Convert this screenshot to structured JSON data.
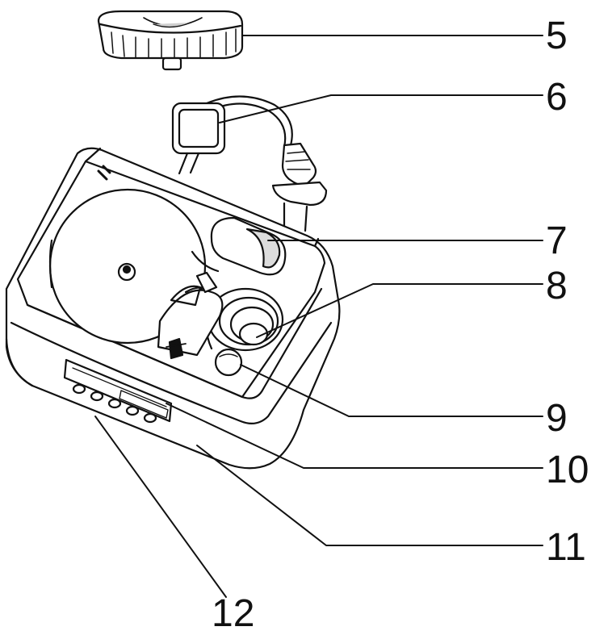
{
  "callouts": [
    {
      "id": "5",
      "label": "5"
    },
    {
      "id": "6",
      "label": "6"
    },
    {
      "id": "7",
      "label": "7"
    },
    {
      "id": "8",
      "label": "8"
    },
    {
      "id": "9",
      "label": "9"
    },
    {
      "id": "10",
      "label": "10"
    },
    {
      "id": "11",
      "label": "11"
    },
    {
      "id": "12",
      "label": "12"
    }
  ],
  "colors": {
    "line": "#111111",
    "shade": "#dcdcdc",
    "background": "#ffffff"
  }
}
